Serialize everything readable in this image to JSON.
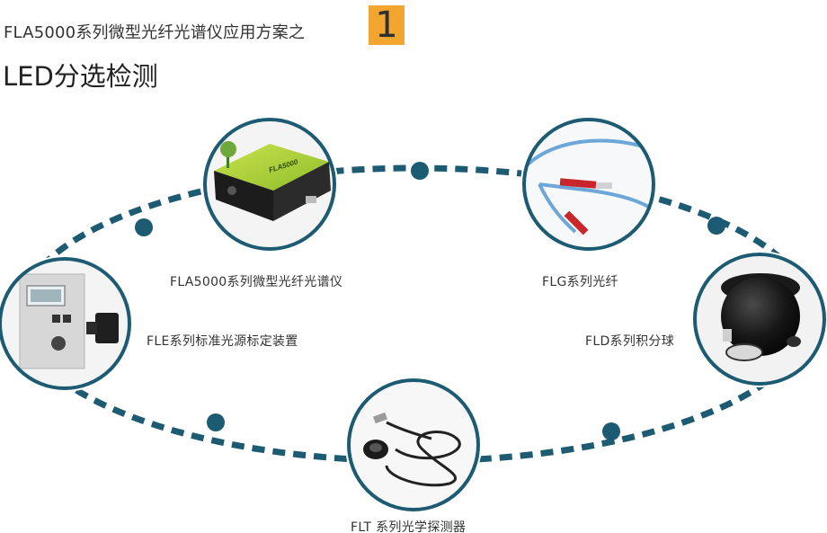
{
  "heading": {
    "series_line": "FLA5000系列微型光纤光谱仪应用方案之",
    "number": "1",
    "subtitle": "LED分选检测"
  },
  "nodes": {
    "spectrometer": {
      "label": "FLA5000系列微型光纤光谱仪",
      "device_text": "FLA5000",
      "icon": "spectrometer-photo"
    },
    "fiber": {
      "label": "FLG系列光纤",
      "icon": "optical-fiber-photo"
    },
    "calibration_source": {
      "label": "FLE系列标准光源标定装置",
      "icon": "calibration-light-source-photo"
    },
    "sphere": {
      "label": "FLD系列积分球",
      "icon": "integrating-sphere-photo"
    },
    "probe": {
      "label": "FLT 系列光学探测器",
      "icon": "optical-probe-photo"
    }
  },
  "colors": {
    "ring": "#1d5b73",
    "accent": "#f2a52f",
    "text": "#333333"
  }
}
